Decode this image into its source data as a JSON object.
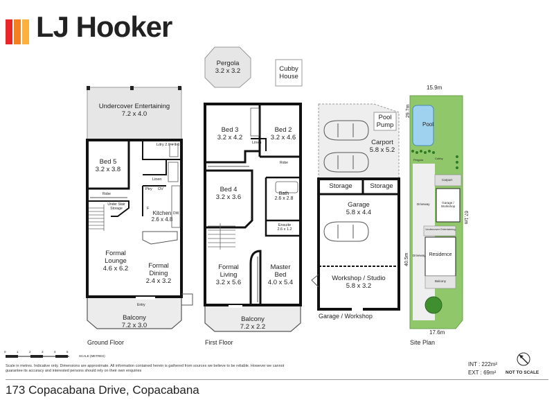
{
  "brand": {
    "name": "LJ Hooker",
    "colors": [
      "#e8262a",
      "#f57f20",
      "#fbb040"
    ]
  },
  "ground_floor": {
    "title": "Ground Floor",
    "rooms": {
      "undercover": {
        "name": "Undercover Entertaining",
        "dims": "7.2 x 4.0"
      },
      "bed5": {
        "name": "Bed 5",
        "dims": "3.2 x 3.8"
      },
      "ldry": {
        "name": "Ldry",
        "dims": "2.0 x 1.6"
      },
      "linen": "Linen",
      "robe": "Robe",
      "understair": "Under Stair Storage",
      "ptry": "Ptry",
      "ov": "OV",
      "f": "F",
      "dw": "DW",
      "kitchen": {
        "name": "Kitchen",
        "dims": "2.6 x 4.8"
      },
      "lounge": {
        "name": "Formal Lounge",
        "dims": "4.6 x 6.2"
      },
      "dining": {
        "name": "Formal Dining",
        "dims": "2.4 x 3.2"
      },
      "entry": "Entry",
      "balcony": {
        "name": "Balcony",
        "dims": "7.2 x 3.0"
      }
    }
  },
  "first_floor": {
    "title": "First Floor",
    "rooms": {
      "bed3": {
        "name": "Bed 3",
        "dims": "3.2 x 4.2"
      },
      "bed2": {
        "name": "Bed 2",
        "dims": "3.2 x 4.6"
      },
      "bed4": {
        "name": "Bed 4",
        "dims": "3.2 x 3.6"
      },
      "linen": "Linen",
      "robe": "Robe",
      "bath": {
        "name": "Bath",
        "dims": "2.6 x 2.8"
      },
      "ensuite": {
        "name": "Ensuite",
        "dims": "2.6 x 1.2"
      },
      "living": {
        "name": "Formal Living",
        "dims": "3.2 x 5.6"
      },
      "master": {
        "name": "Master Bed",
        "dims": "4.0 x 5.4"
      },
      "balcony": {
        "name": "Balcony",
        "dims": "7.2 x 2.2"
      }
    }
  },
  "garage_block": {
    "title": "Garage / Workshop",
    "pergola": {
      "name": "Pergola",
      "dims": "3.2 x 3.2"
    },
    "cubby": "Cubby House",
    "pool_pump": "Pool Pump",
    "carport": {
      "name": "Carport",
      "dims": "5.8 x 5.2"
    },
    "storage": "Storage",
    "garage": {
      "name": "Garage",
      "dims": "5.8 x 4.4"
    },
    "workshop": {
      "name": "Workshop / Studio",
      "dims": "5.8 x 3.2"
    }
  },
  "site_plan": {
    "title": "Site Plan",
    "top_dim": "15.9m",
    "bottom_dim": "17.6m",
    "left_dim_top": "29.7m",
    "left_dim_bottom": "40.5m",
    "right_dim": "67.1m",
    "labels": {
      "pool": "Pool",
      "pergola": "Pergola",
      "cubby": "Cubby",
      "carport": "Carport",
      "garage": "Garage / Workshop",
      "driveway": "Driveway",
      "undercover": "Undercover Entertaining",
      "residence": "Residence",
      "balcony": "Balcony"
    }
  },
  "scale": {
    "label": "SCALE (METRES)",
    "ticks": [
      "0",
      "1",
      "2",
      "3",
      "4",
      "5"
    ]
  },
  "disclaimer": "Scale in metres. Indicative only. Dimensions are approximate. All information contained herein is gathered from sources we believe to be reliable. However we cannot guarantee its accuracy and interested persons should rely on their own enquiries",
  "areas": {
    "int": "INT : 222m²",
    "ext": "EXT : 69m²",
    "not_to_scale": "NOT TO SCALE"
  },
  "address": "173 Copacabana Drive, Copacabana"
}
